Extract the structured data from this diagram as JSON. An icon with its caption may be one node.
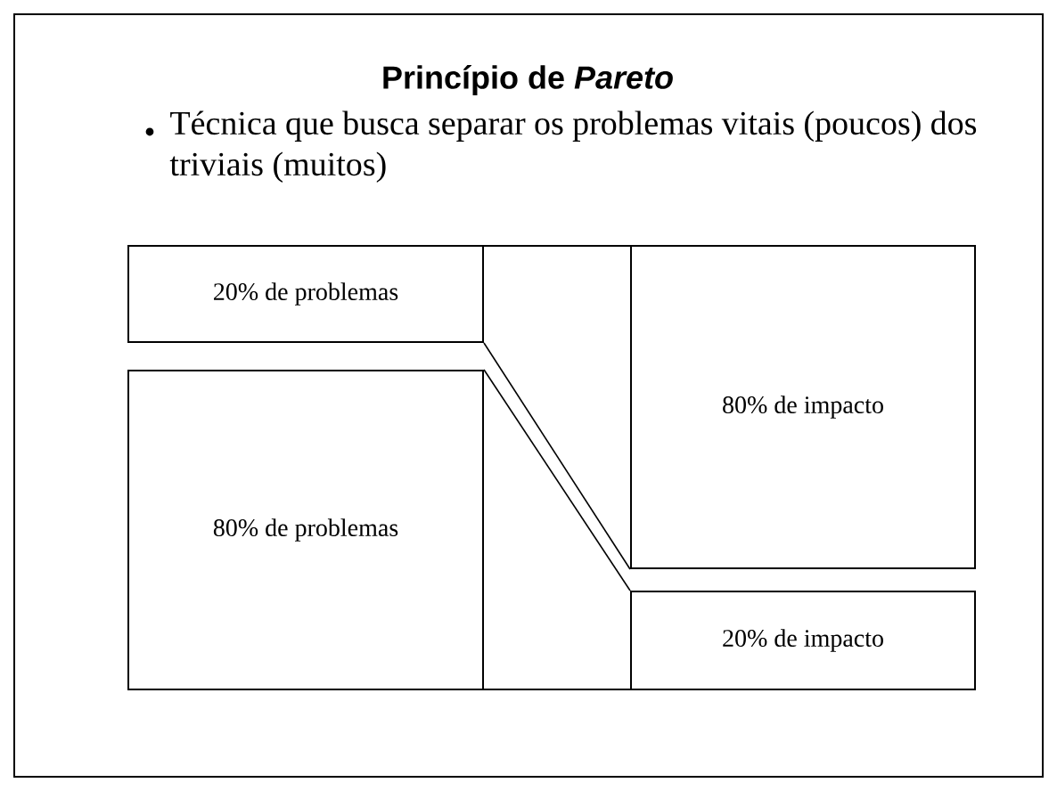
{
  "diagram": {
    "title": "Princípio de *Pareto*",
    "nodes": [
      {
        "text": [
          "20% de problemas"
        ]
      },
      {
        "text": [
          "80% de impacto"
        ]
      },
      {
        "text": [
          "80% de problemas"
        ]
      },
      {
        "text": [
          "20% de impacto"
        ]
      }
    ],
    "edges": [
      {
        "from": 0,
        "to": 1,
        "arrow": "none"
      },
      {
        "from": 2,
        "to": 3,
        "arrow": "none"
      }
    ],
    "labels": [
      "Técnica que busca separar os problemas vitais (poucos) dos triviais (muitos)"
    ]
  }
}
